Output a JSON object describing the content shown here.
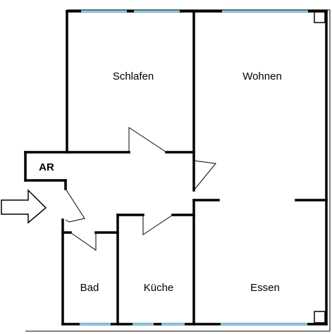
{
  "floorplan": {
    "rooms": {
      "schlafen": "Schlafen",
      "wohnen": "Wohnen",
      "ar": "AR",
      "bad": "Bad",
      "kueche": "Küche",
      "essen": "Essen"
    },
    "colors": {
      "wall": "#000000",
      "window": "#87ceeb",
      "background": "#ffffff"
    }
  }
}
